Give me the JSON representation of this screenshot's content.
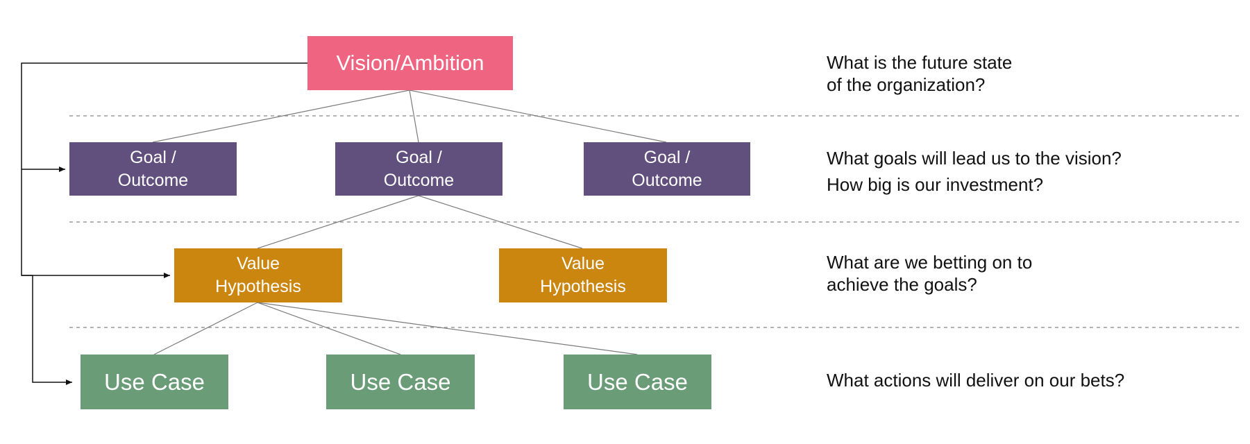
{
  "colors": {
    "vision": "#EF6480",
    "goal": "#614F7D",
    "value": "#CB860F",
    "use_case": "#6A9C77",
    "connector": "#7A7A7A",
    "divider": "#9A9A9A",
    "feedback_arrow": "#111111"
  },
  "vision": {
    "label": "Vision/Ambition"
  },
  "goals": [
    {
      "line1": "Goal /",
      "line2": "Outcome"
    },
    {
      "line1": "Goal /",
      "line2": "Outcome"
    },
    {
      "line1": "Goal /",
      "line2": "Outcome"
    }
  ],
  "values": [
    {
      "line1": "Value",
      "line2": "Hypothesis"
    },
    {
      "line1": "Value",
      "line2": "Hypothesis"
    }
  ],
  "use_cases": [
    {
      "label": "Use Case"
    },
    {
      "label": "Use Case"
    },
    {
      "label": "Use Case"
    }
  ],
  "questions": {
    "vision": {
      "line1": "What is the future state",
      "line2": "of the organization?"
    },
    "goals": {
      "line1": "What goals will lead us to the vision?",
      "line2": "How big is our investment?"
    },
    "values": {
      "line1": "What are we betting on to",
      "line2": "achieve the goals?"
    },
    "use_cases": {
      "line1": "What actions will deliver on our bets?"
    }
  }
}
